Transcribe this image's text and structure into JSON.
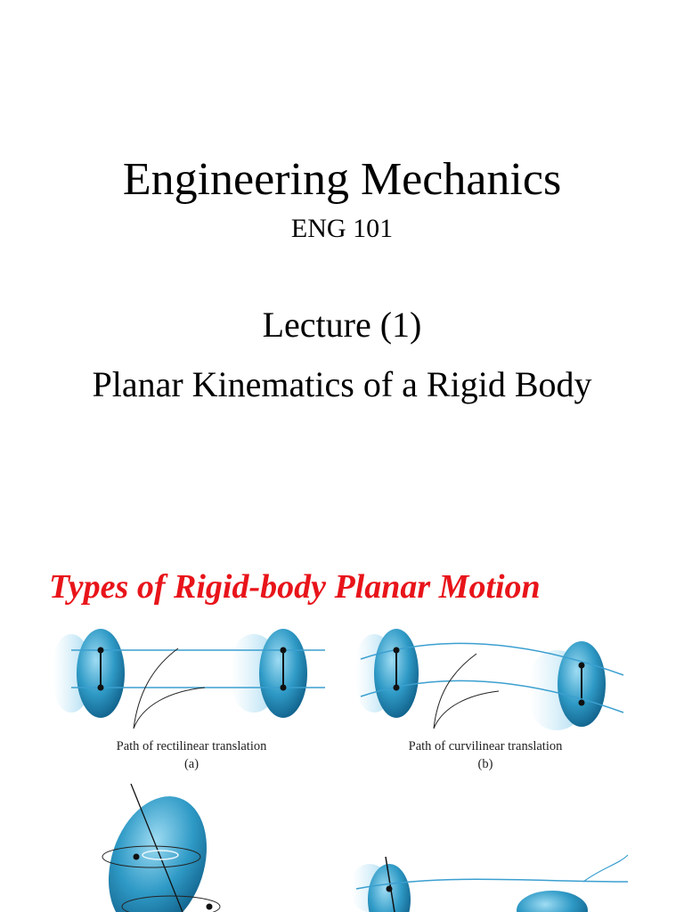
{
  "slide": {
    "title": "Engineering Mechanics",
    "course_code": "ENG 101",
    "lecture": "Lecture (1)",
    "subtitle": "Planar Kinematics of a Rigid Body"
  },
  "section_heading": "Types of Rigid-body Planar Motion",
  "figures": [
    {
      "caption": "Path of rectilinear translation",
      "label": "(a)"
    },
    {
      "caption": "Path of curvilinear translation",
      "label": "(b)"
    }
  ],
  "colors": {
    "heading": "#e8141a",
    "body_fill": "#2f9ac6",
    "path": "#3b9fd0"
  }
}
